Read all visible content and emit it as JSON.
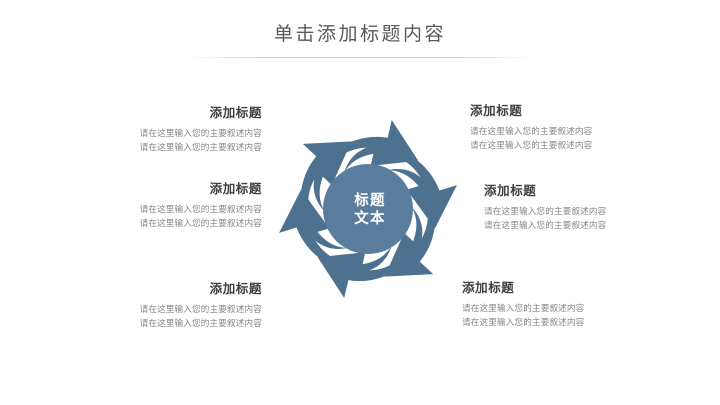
{
  "slide": {
    "background_color": "#ffffff",
    "title": "单击添加标题内容"
  },
  "diagram": {
    "type": "cycle-swirl",
    "arrow_color": "#4d718f",
    "center_circle_color": "#5a7d9e",
    "center_text_color": "#ffffff",
    "arrow_count": 6,
    "center": {
      "line1": "标题",
      "line2": "文本"
    }
  },
  "blocks": {
    "left": [
      {
        "heading": "添加标题",
        "lines": [
          "请在这里输入您的主要叙述内容",
          "请在这里输入您的主要叙述内容"
        ]
      },
      {
        "heading": "添加标题",
        "lines": [
          "请在这里输入您的主要叙述内容",
          "请在这里输入您的主要叙述内容"
        ]
      },
      {
        "heading": "添加标题",
        "lines": [
          "请在这里输入您的主要叙述内容",
          "请在这里输入您的主要叙述内容"
        ]
      }
    ],
    "right": [
      {
        "heading": "添加标题",
        "lines": [
          "请在这里输入您的主要叙述内容",
          "请在这里输入您的主要叙述内容"
        ]
      },
      {
        "heading": "添加标题",
        "lines": [
          "请在这里输入您的主要叙述内容",
          "请在这里输入您的主要叙述内容"
        ]
      },
      {
        "heading": "添加标题",
        "lines": [
          "请在这里输入您的主要叙述内容",
          "请在这里输入您的主要叙述内容"
        ]
      }
    ]
  }
}
